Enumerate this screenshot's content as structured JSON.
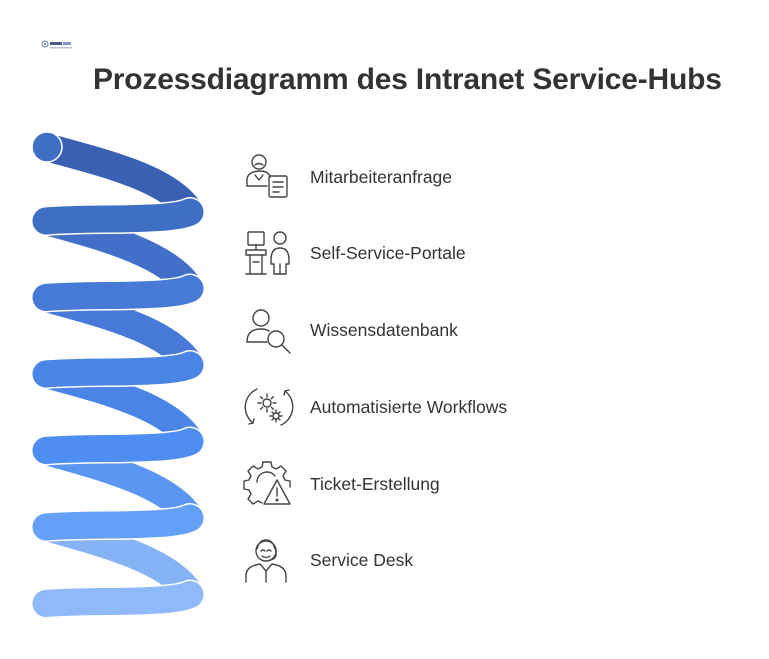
{
  "title": "Prozessdiagramm des Intranet Service-Hubs",
  "logo": {
    "icon": "napkin-logo",
    "text": "Erstellt mit"
  },
  "steps": [
    {
      "label": "Mitarbeiteranfrage",
      "icon": "employee-request-icon",
      "color": "#3f6fc4"
    },
    {
      "label": "Self-Service-Portale",
      "icon": "self-service-kiosk-icon",
      "color": "#467ad6"
    },
    {
      "label": "Wissensdatenbank",
      "icon": "knowledge-search-icon",
      "color": "#4a84e4"
    },
    {
      "label": "Automatisierte Workflows",
      "icon": "automation-gears-icon",
      "color": "#4e8ef2"
    },
    {
      "label": "Ticket-Erstellung",
      "icon": "ticket-warning-icon",
      "color": "#64a0f8"
    },
    {
      "label": "Service Desk",
      "icon": "service-desk-agent-icon",
      "color": "#8fb9fb"
    }
  ]
}
